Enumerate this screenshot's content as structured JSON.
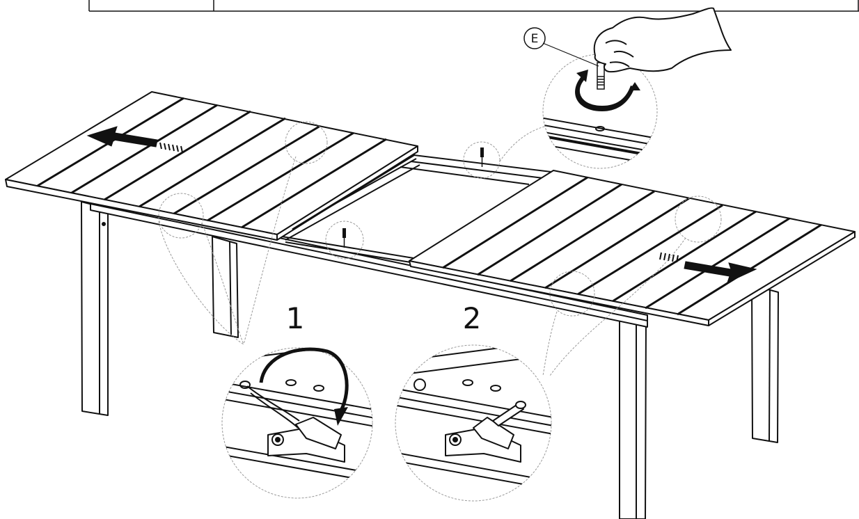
{
  "header_table": {
    "cells": [
      "",
      ""
    ]
  },
  "callouts": {
    "part_label": "E",
    "step_1": "1",
    "step_2": "2"
  },
  "colors": {
    "ink": "#111111",
    "leader": "#999999",
    "background": "#ffffff"
  },
  "icons": [
    "hand-icon",
    "screw-icon",
    "rotate-arrow-icon",
    "pull-arrow-icon",
    "latch-icon"
  ]
}
